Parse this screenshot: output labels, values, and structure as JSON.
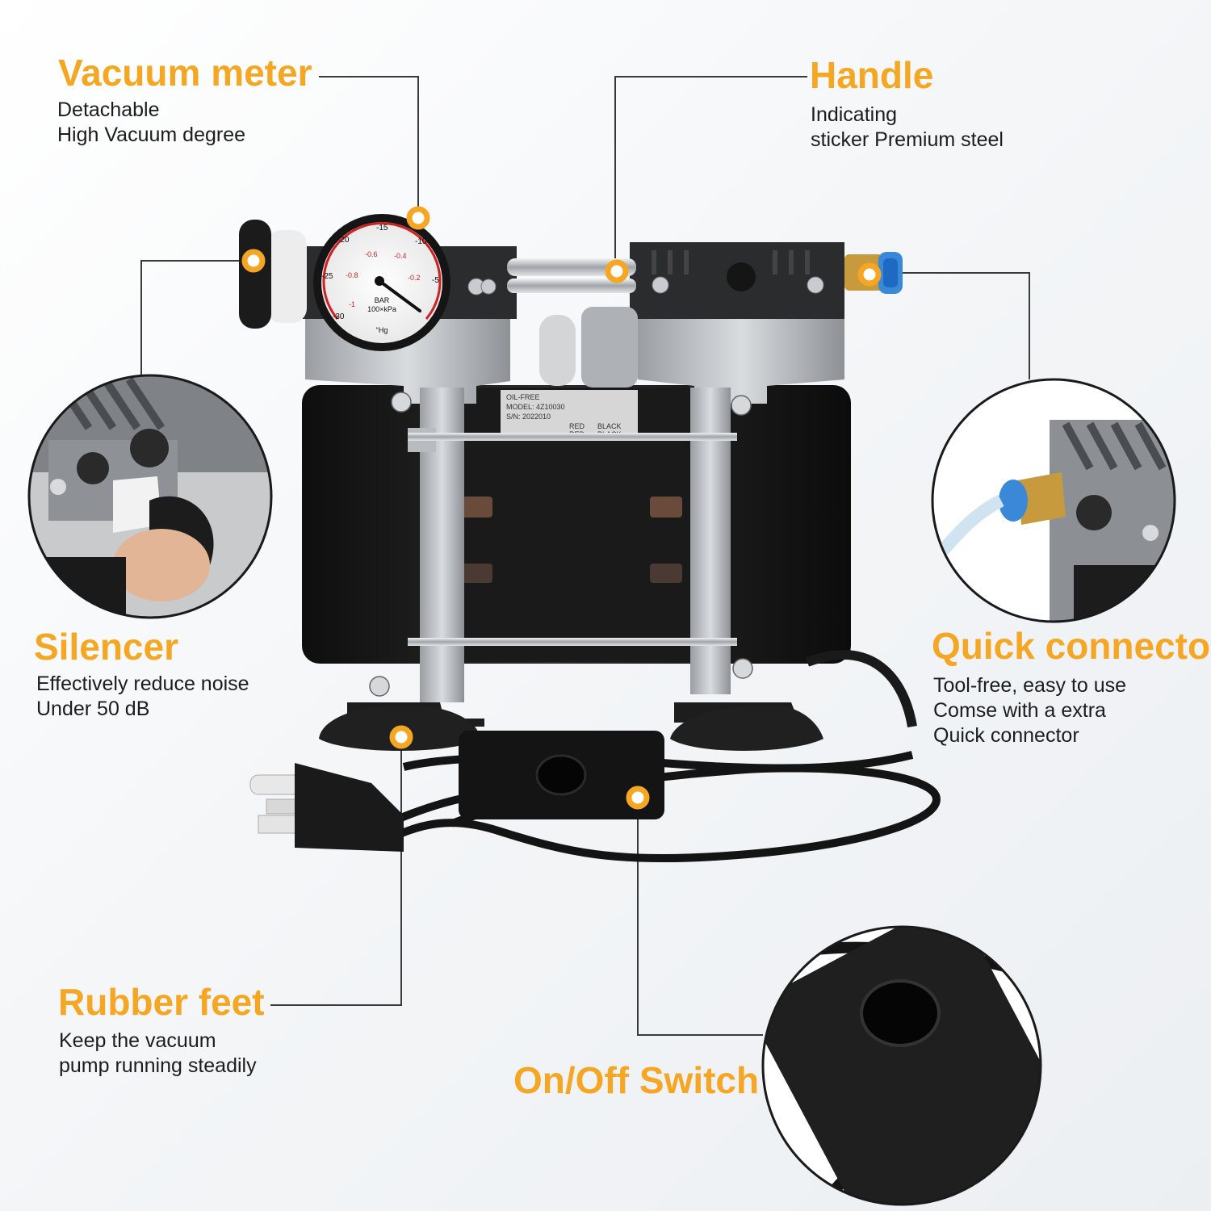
{
  "accent_color": "#f5a623",
  "features": {
    "vacuum_meter": {
      "title": "Vacuum meter",
      "lines": [
        "Detachable",
        "High Vacuum degree"
      ]
    },
    "handle": {
      "title": "Handle",
      "lines": [
        "Indicating",
        "sticker Premium steel"
      ]
    },
    "silencer": {
      "title": "Silencer",
      "lines": [
        "Effectively reduce noise",
        "Under 50 dB"
      ]
    },
    "quick_connector": {
      "title": "Quick connector",
      "lines": [
        "Tool-free, easy to use",
        "Comse with a extra",
        "Quick connector"
      ]
    },
    "rubber_feet": {
      "title": "Rubber feet",
      "lines": [
        "Keep the vacuum",
        "pump running steadily"
      ]
    },
    "on_off_switch": {
      "title": "On/Off Switch"
    }
  },
  "gauge": {
    "outer_ticks": [
      "-30",
      "-25",
      "-20",
      "-15",
      "-10",
      "-5"
    ],
    "inner_ticks": [
      "-1",
      "-0.8",
      "-0.6",
      "-0.4",
      "-0.2"
    ],
    "unit_bar": "BAR",
    "unit_kpa": "100×kPa",
    "unit_hg": "\"Hg"
  },
  "label_plate": {
    "lines": [
      "OIL-FREE",
      "MODEL: 4Z10030",
      "S/N: 2022010",
      "RED",
      "RED",
      "BLACK",
      "BLACK"
    ]
  }
}
